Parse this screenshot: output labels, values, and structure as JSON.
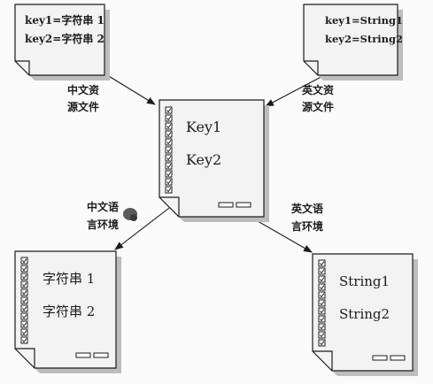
{
  "colors": {
    "paper": "#f3f3f3",
    "shade": "#bdbdbd",
    "ink": "#1c1c1c",
    "stain": "#5a5a5a"
  },
  "docs": {
    "zh_res": {
      "line1": "key1=字符串 1",
      "line2": "key2=字符串 2"
    },
    "en_res": {
      "line1": "key1=String1",
      "line2": "key2=String2"
    },
    "center": {
      "line1": "Key1",
      "line2": "Key2"
    },
    "zh_out": {
      "line1": "字符串 1",
      "line2": "字符串 2"
    },
    "en_out": {
      "line1": "String1",
      "line2": "String2"
    }
  },
  "labels": {
    "zh_res": [
      "中文资",
      "源文件"
    ],
    "en_res": [
      "英文资",
      "源文件"
    ],
    "zh_env": [
      "中文语",
      "言环境"
    ],
    "en_env": [
      "英文语",
      "言环境"
    ]
  },
  "icons": {
    "checklist": "checkbox-list-icon",
    "buttons": "mini-buttons-icon",
    "stain": "ink-stain-icon"
  }
}
